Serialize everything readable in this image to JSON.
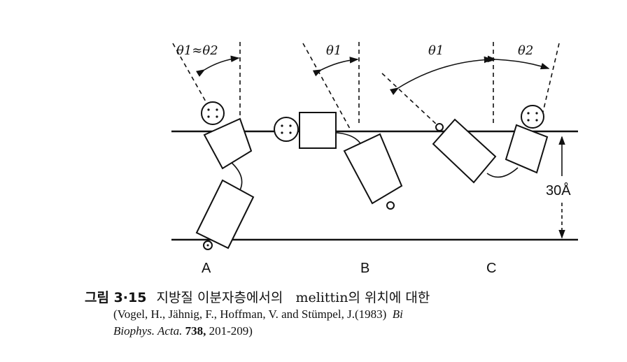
{
  "figure": {
    "angle_label_a": "θ1≈θ2",
    "angle_label_b": "θ1",
    "angle_label_c1": "θ1",
    "angle_label_c2": "θ2",
    "thickness_label": "30Å",
    "panel_labels": [
      "A",
      "B",
      "C"
    ]
  },
  "caption": {
    "number": "그림 3·15",
    "title_part1": "지방질 이분자층에서의",
    "title_keyword": "melittin",
    "title_part2": "의 위치에 대한",
    "citation_authors": "(Vogel, H., Jähnig, F., Hoffman, V. and Stümpel, J.(1983)",
    "citation_journal_start": "Bi",
    "citation_journal_end": "Biophys. Acta.",
    "citation_volume": "738,",
    "citation_pages": "201-209)"
  }
}
